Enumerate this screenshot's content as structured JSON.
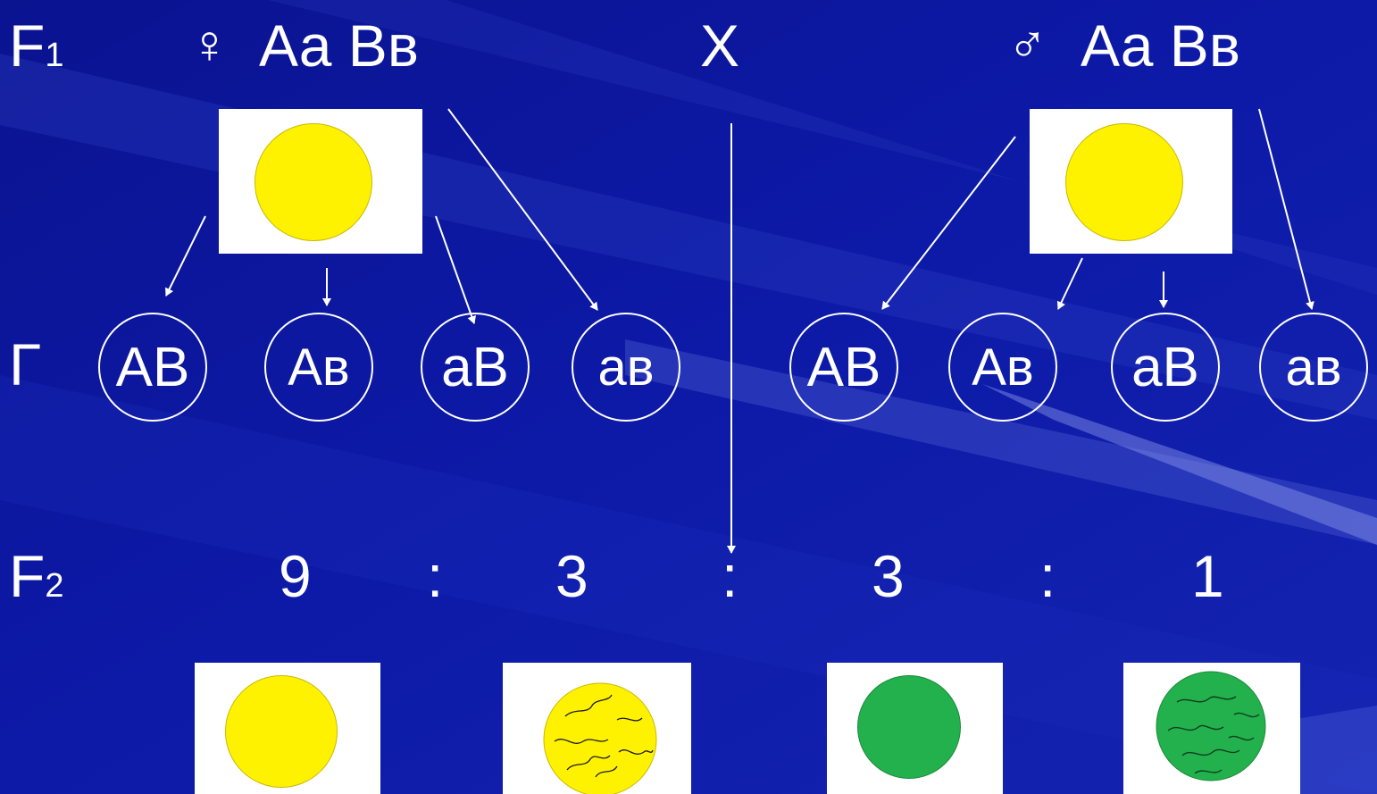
{
  "f1": {
    "label": "F",
    "label_sub": "1",
    "female_symbol": "♀",
    "female_genotype": "Аа Вв",
    "cross": "Х",
    "male_symbol": "♂",
    "male_genotype": "Аа Вв"
  },
  "gametes": {
    "label": "Г",
    "female": [
      "АВ",
      "Ав",
      "аВ",
      "ав"
    ],
    "male": [
      "АВ",
      "Ав",
      "аВ",
      "ав"
    ]
  },
  "f2": {
    "label": "F",
    "label_sub": "2",
    "ratio": [
      "9",
      ":",
      "3",
      ":",
      "3",
      ":",
      "1"
    ]
  },
  "phenotypes": [
    {
      "name": "yellow-smooth-seed",
      "color": "#fff200",
      "wrinkled": false
    },
    {
      "name": "yellow-wrinkled-seed",
      "color": "#fff200",
      "wrinkled": true
    },
    {
      "name": "green-smooth-seed",
      "color": "#23b14d",
      "wrinkled": false
    },
    {
      "name": "green-wrinkled-seed",
      "color": "#23b14d",
      "wrinkled": true
    }
  ],
  "colors": {
    "background": "#0b1496",
    "text": "#ffffff",
    "seed_yellow": "#fff200",
    "seed_green": "#23b14d"
  }
}
